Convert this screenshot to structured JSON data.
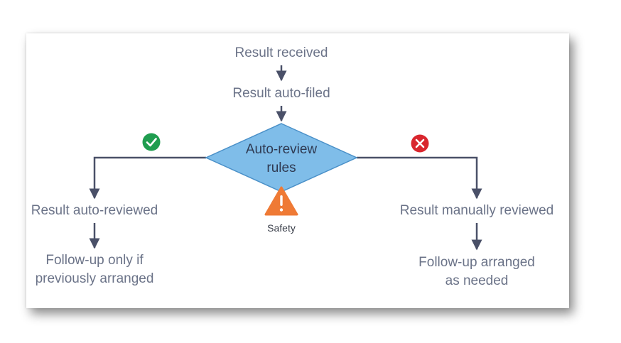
{
  "nodes": {
    "result_received": "Result received",
    "result_auto_filed": "Result auto-filed",
    "decision": {
      "line1": "Auto-review",
      "line2": "rules"
    },
    "safety_label": "Safety",
    "left_outcome": "Result auto-reviewed",
    "left_followup": {
      "line1": "Follow-up only if",
      "line2": "previously arranged"
    },
    "right_outcome": "Result manually reviewed",
    "right_followup": {
      "line1": "Follow-up arranged",
      "line2": "as needed"
    }
  },
  "colors": {
    "connector": "#4a5068",
    "diamond_fill": "#7fbde9",
    "diamond_stroke": "#4a90c8",
    "success": "#1f9d4f",
    "failure": "#d9262e",
    "warning": "#ef7a35"
  },
  "icons": {
    "yes_branch": "check-circle-icon",
    "no_branch": "x-circle-icon",
    "safety": "warning-triangle-icon"
  }
}
